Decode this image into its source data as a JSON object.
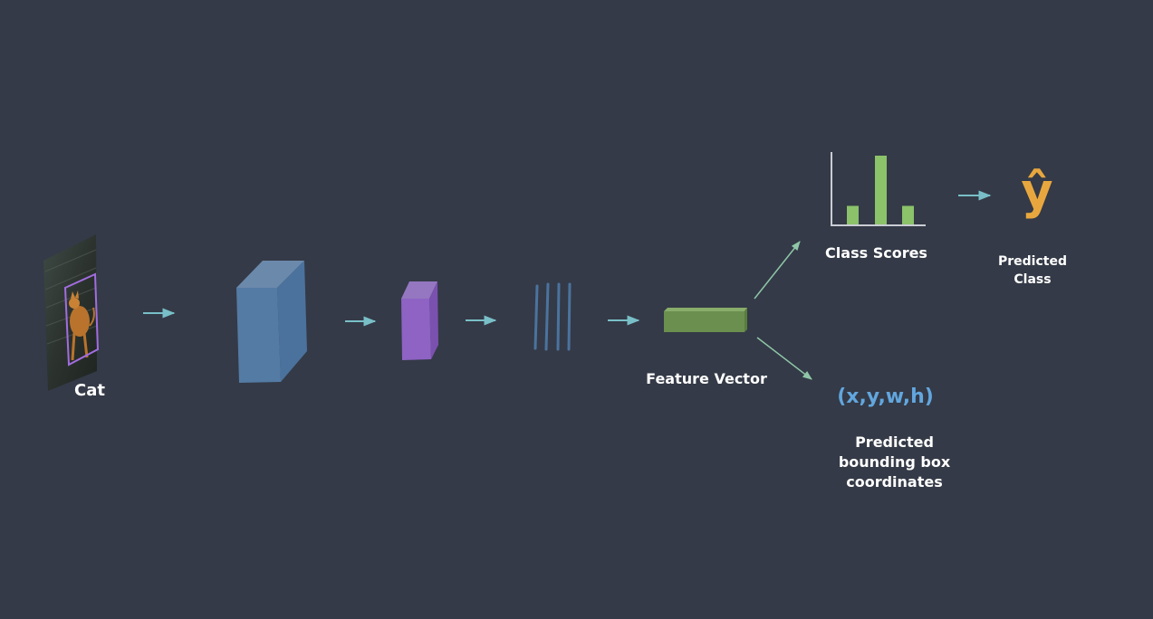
{
  "labels": {
    "input": "Cat",
    "feature_vector": "Feature Vector",
    "class_scores": "Class Scores",
    "predicted_class": [
      "Predicted",
      "Class"
    ],
    "bbox_coords": "(x,y,w,h)",
    "predicted_bbox": [
      "Predicted",
      "bounding box",
      "coordinates"
    ],
    "y_hat": "ŷ"
  },
  "class_score_bars": [
    0.27,
    1.0,
    0.27
  ],
  "colors": {
    "background": "#343a47",
    "arrow": "#79bfc8",
    "conv_block": "#5a87b5",
    "pool_block": "#8e63c4",
    "feature_vector": "#6a8f4e",
    "score_bars": "#8bc26a",
    "bbox_text": "#62a6de",
    "y_hat": "#e8a73e",
    "detection_box": "#a26de0"
  }
}
